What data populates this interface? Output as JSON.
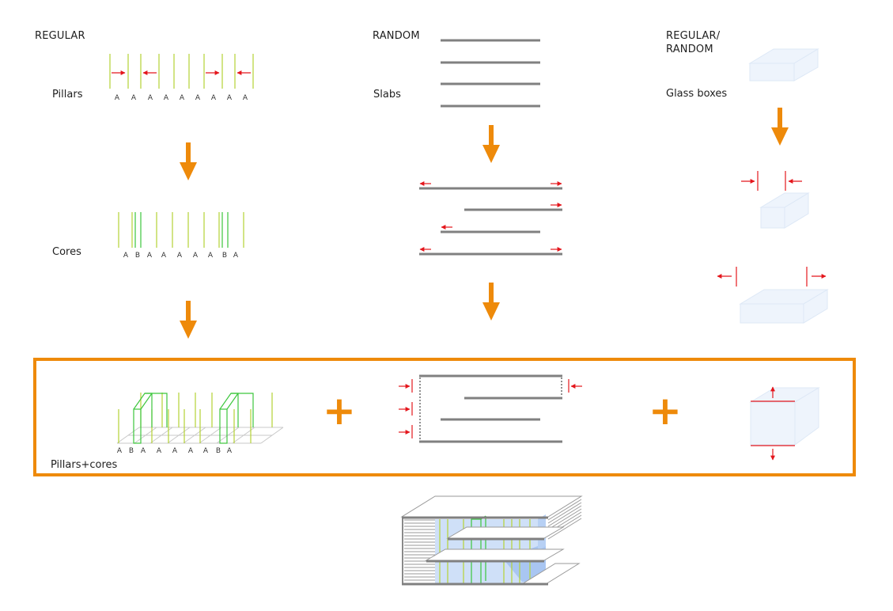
{
  "columns": {
    "regular": {
      "heading": "REGULAR",
      "label": "Pillars"
    },
    "random": {
      "heading": "RANDOM",
      "label": "Slabs"
    },
    "regular_random": {
      "heading": "REGULAR/\nRANDOM",
      "label": "Glass boxes"
    }
  },
  "cores_label": "Cores",
  "combined_label": "Pillars+cores",
  "pillar_letters": [
    "A",
    "A",
    "A",
    "A",
    "A",
    "A",
    "A",
    "A",
    "A"
  ],
  "core_letters": [
    "A",
    "B",
    "A",
    "A",
    "A",
    "A",
    "A",
    "B",
    "A"
  ],
  "combo_letters": [
    "A",
    "B",
    "A",
    "A",
    "A",
    "A",
    "A",
    "B",
    "A"
  ],
  "plus_sign": "+",
  "colors": {
    "pillar": "#b5d334",
    "core": "#3cc63c",
    "arrow": "#ee8a0a",
    "highlight": "#ee8a0a",
    "push": "#e4161c",
    "slab": "#808080",
    "glass": "#eef4fc"
  }
}
